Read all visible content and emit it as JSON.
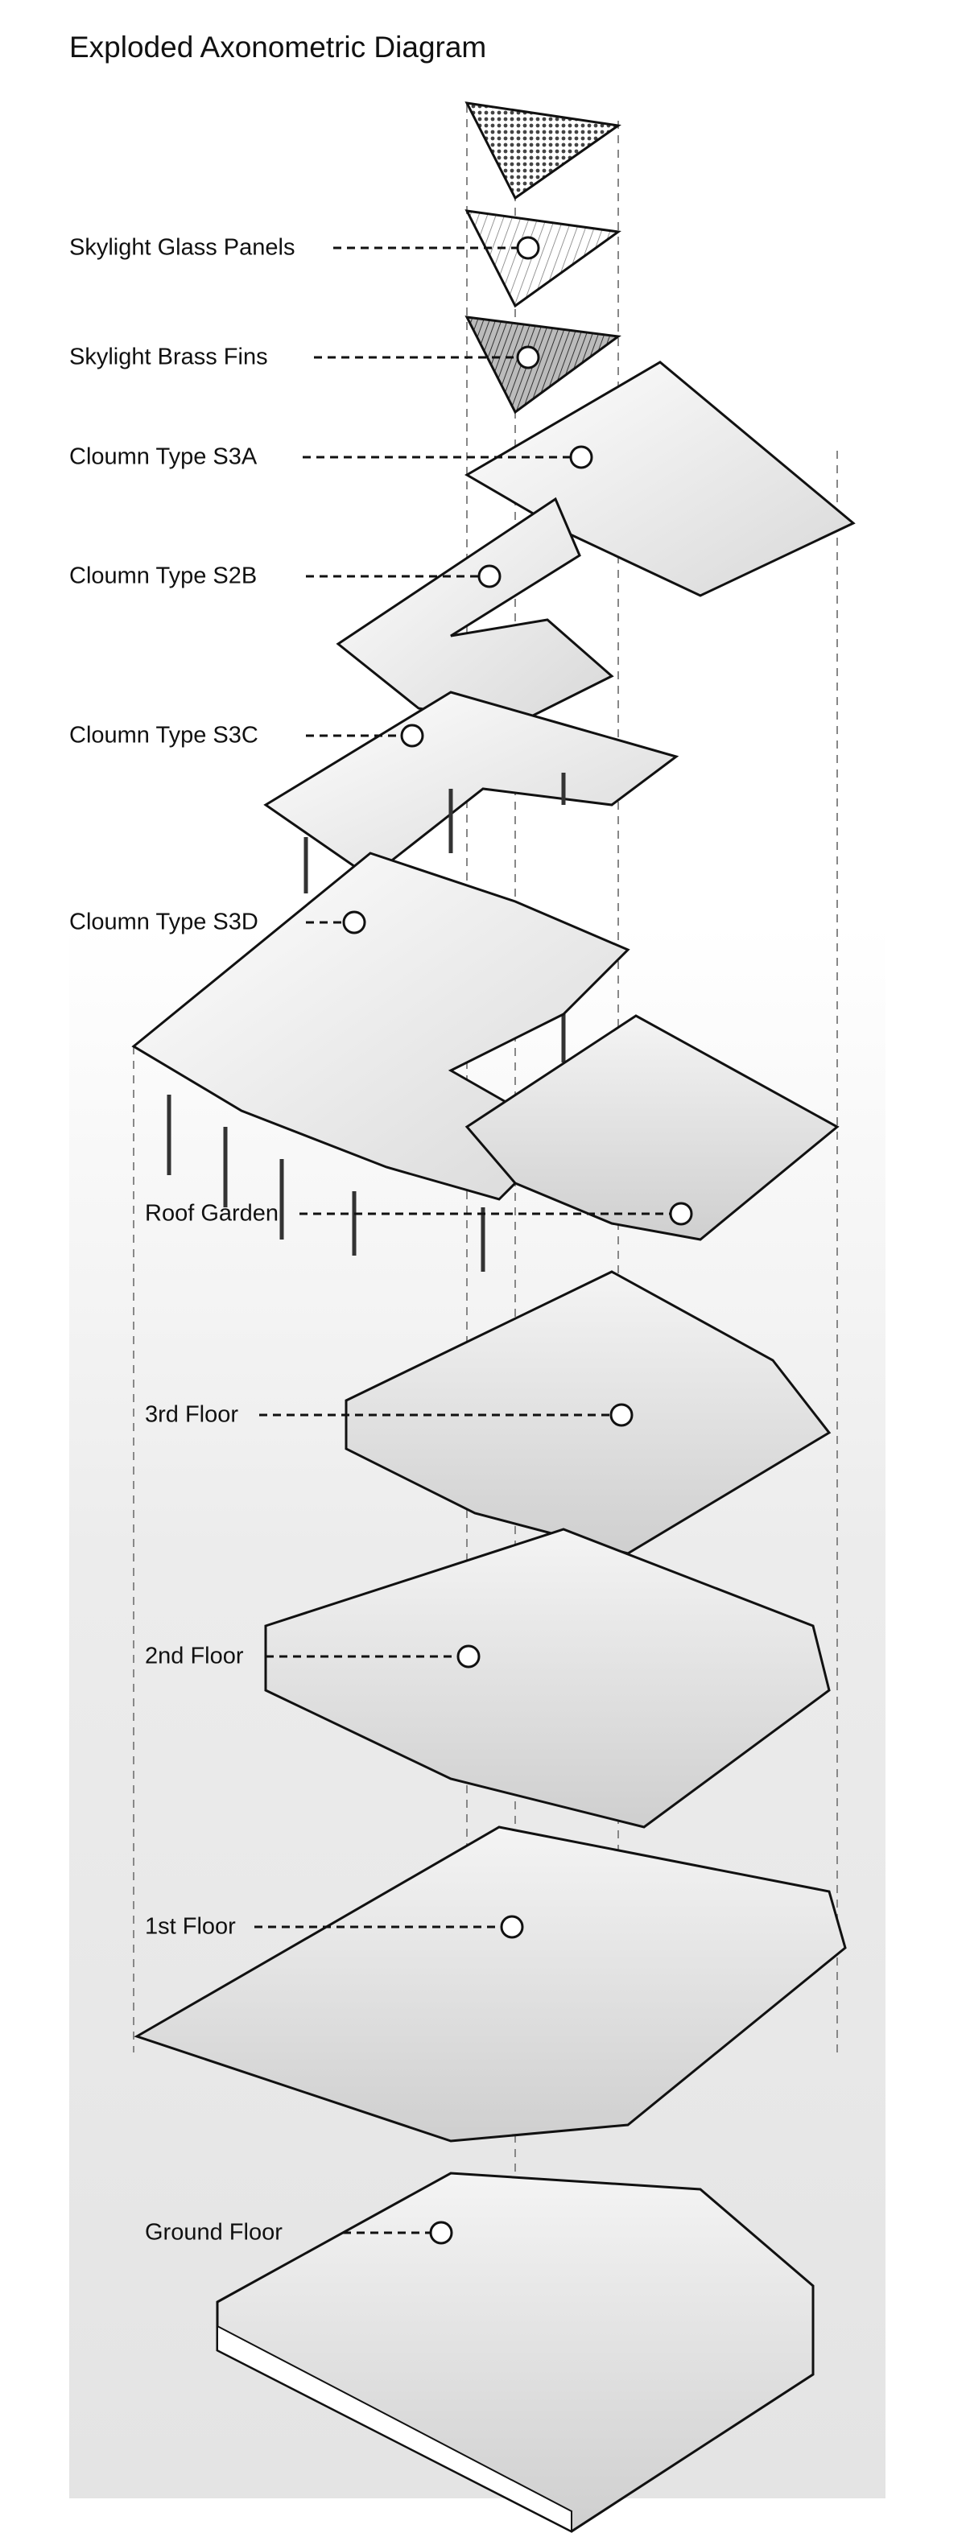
{
  "title": "Exploded Axonometric Diagram",
  "labels": {
    "skylight_glass": "Skylight Glass Panels",
    "skylight_fins": "Skylight Brass Fins",
    "s3a": "Cloumn Type S3A",
    "s2b": "Cloumn Type S2B",
    "s3c": "Cloumn Type S3C",
    "s3d": "Cloumn Type S3D",
    "roof": "Roof Garden",
    "floor3": "3rd Floor",
    "floor2": "2nd Floor",
    "floor1": "1st Floor",
    "ground": "Ground Floor"
  }
}
